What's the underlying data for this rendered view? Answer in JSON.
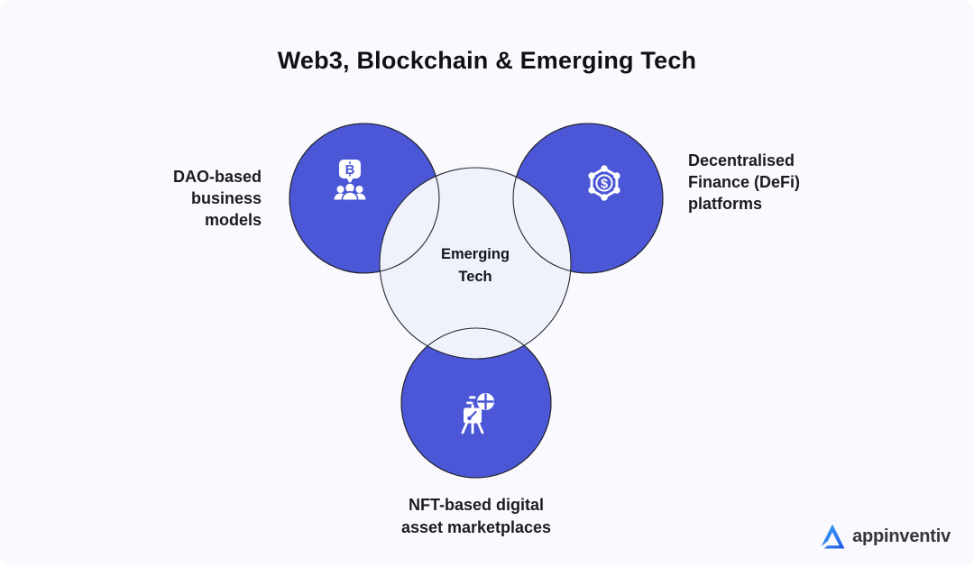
{
  "meta": {
    "title_text": "Web3, Blockchain & Emerging Tech"
  },
  "center_circle": {
    "lines": [
      "Emerging",
      "Tech"
    ]
  },
  "nodes": {
    "dao": {
      "label_lines": [
        "DAO-based",
        "business",
        "models"
      ],
      "icon": "dao-community-bitcoin-icon"
    },
    "defi": {
      "label_lines": [
        "Decentralised",
        "Finance (DeFi)",
        "platforms"
      ],
      "icon": "defi-dollar-hexagon-network-icon"
    },
    "nft": {
      "label_lines": [
        "NFT-based digital",
        "asset marketplaces"
      ],
      "icon": "nft-art-easel-token-icon"
    }
  },
  "icon_glyphs": {
    "dao_bubble": "B",
    "defi_center": "$"
  },
  "branding": {
    "logo_text": "appinventiv",
    "logo_mark": "appinventiv-triangle-a-icon"
  },
  "colors": {
    "background": "#FAFAFE",
    "node_circle_fill": "#4B57D6",
    "circle_stroke": "#262733",
    "center_circle_fill": "#EFF2FA",
    "title_text": "#101018",
    "label_text": "#1B1B22",
    "icon_on_circle": "#FFFFFF",
    "logo_blue_light": "#3EA8F5",
    "logo_blue_dark": "#2059E6",
    "logo_text_color": "#34343C"
  }
}
